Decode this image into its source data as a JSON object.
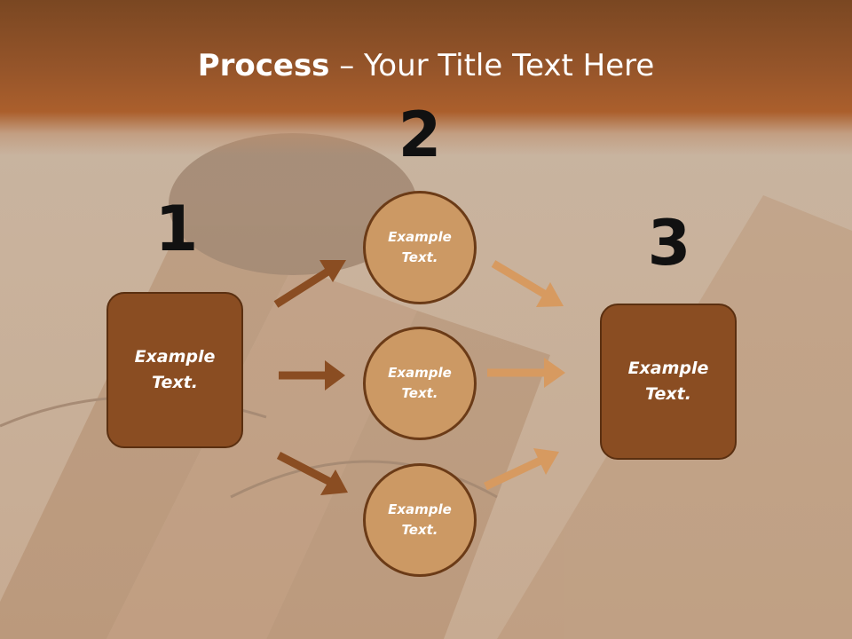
{
  "slide": {
    "title_bold": "Process",
    "title_rest": " – Your Title Text Here"
  },
  "steps": [
    {
      "number": "1"
    },
    {
      "number": "2"
    },
    {
      "number": "3"
    }
  ],
  "boxes": {
    "left": "Example Text.",
    "right": "Example Text."
  },
  "circles": [
    {
      "label": "Example Text."
    },
    {
      "label": "Example Text."
    },
    {
      "label": "Example Text."
    }
  ],
  "colors": {
    "header": "#96552a",
    "box_fill": "#8a4d22",
    "circle_fill": "#cc9964",
    "arrow_dark": "#8a4d22",
    "arrow_light": "#d79a60"
  }
}
